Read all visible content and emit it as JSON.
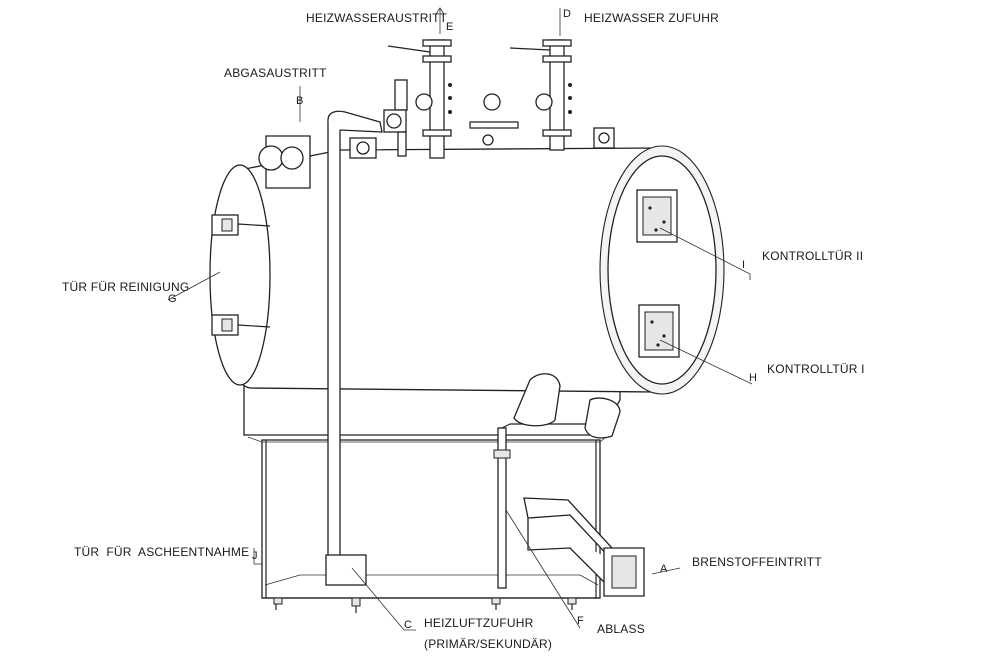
{
  "labels": {
    "heizwasseraustritt": "HEIZWASSERAUSTRITT",
    "heizwasser_zufuhr": "HEIZWASSER ZUFUHR",
    "abgasaustritt": "ABGASAUSTRITT",
    "tuer_reinigung": "TÜR FÜR REINIGUNG",
    "kontrolltuer_2": "KONTROLLTÜR II",
    "kontrolltuer_1": "KONTROLLTÜR I",
    "tuer_ascheentnahme": "TÜR  FÜR  ASCHEENTNAHME",
    "brennstoffeintritt": "BRENSTOFFEINTRITT",
    "heizluftzufuhr": "HEIZLUFTZUFUHR",
    "primaer_sekundaer": "(PRIMÄR/SEKUNDÄR)",
    "ablass": "ABLASS"
  },
  "refs": {
    "A": "A",
    "B": "B",
    "C": "C",
    "D": "D",
    "E": "E",
    "F": "F",
    "G": "G",
    "H": "H",
    "I": "I",
    "J": "J"
  }
}
